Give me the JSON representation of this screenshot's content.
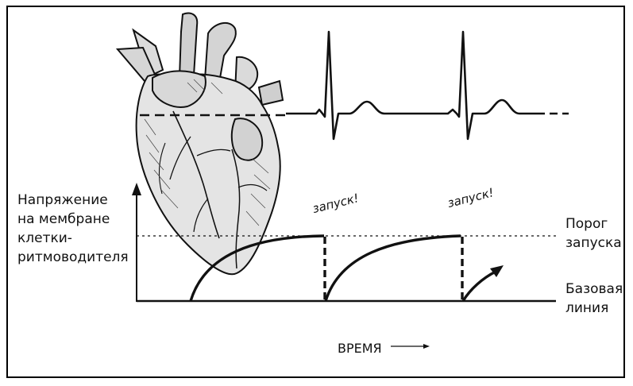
{
  "y_axis_label_lines": [
    "Напряжение",
    "на мембране",
    "клетки-",
    "ритмоводителя"
  ],
  "threshold_label_lines": [
    "Порог",
    "запуска"
  ],
  "baseline_label_lines": [
    "Базовая",
    "линия"
  ],
  "fire_label": "запуск!",
  "time_label": "ВРЕМЯ",
  "icons": {
    "heart": "anatomical-heart-illustration",
    "time_arrow": "long-right-arrow"
  },
  "colors": {
    "ink": "#111111",
    "background": "#ffffff"
  }
}
